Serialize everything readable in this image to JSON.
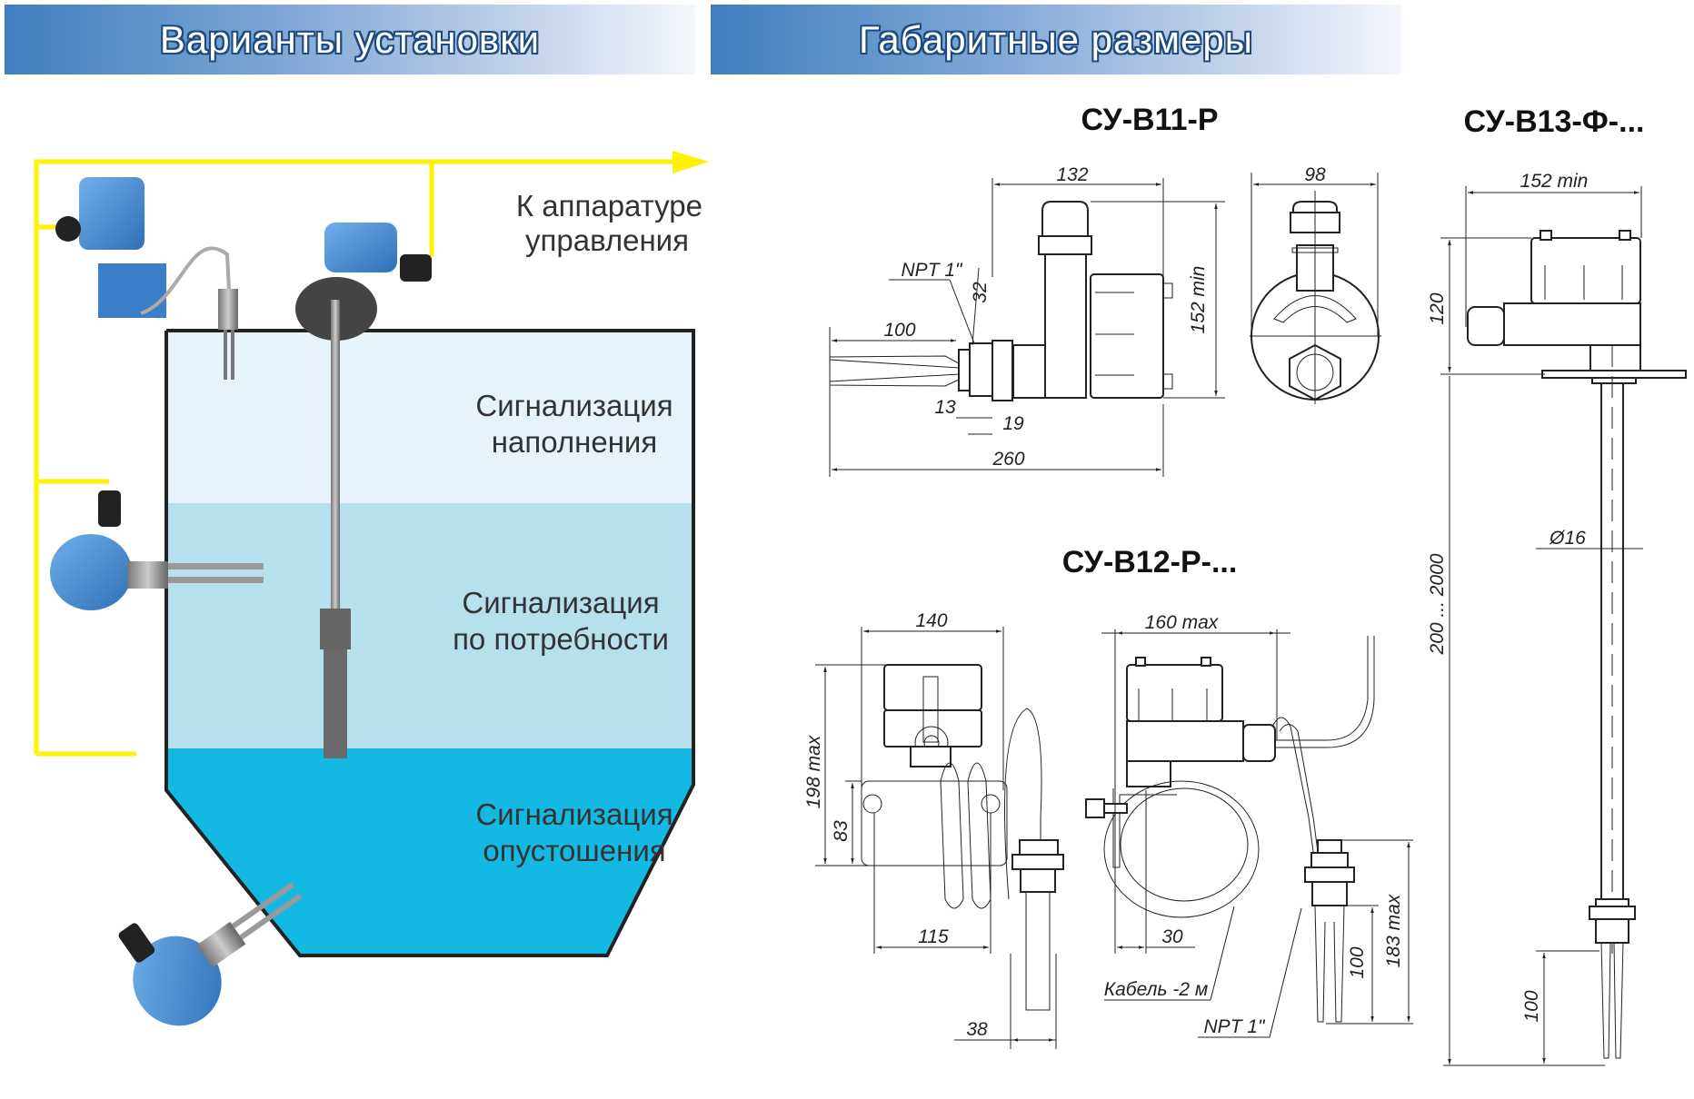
{
  "left_panel": {
    "banner_title": "Варианты установки",
    "output_label_line1": "К аппаратуре",
    "output_label_line2": "управления",
    "zones": [
      {
        "line1": "Сигнализация",
        "line2": "наполнения",
        "color": "#e6f3fa"
      },
      {
        "line1": "Сигнализация",
        "line2": "по потребности",
        "color": "#b5e0ec"
      },
      {
        "line1": "Сигнализация",
        "line2": "опустошения",
        "color": "#14b9e3"
      }
    ],
    "wire_color": "#fff200",
    "device_color": "#3f8fd6"
  },
  "right_panel": {
    "banner_title": "Габаритные размеры",
    "models": {
      "b11": {
        "name": "СУ-В11-Р",
        "dims": {
          "width_top": "132",
          "side_width": "98",
          "height": "152 min",
          "thread": "NPT 1\"",
          "fork": "100",
          "d32": "32",
          "d13": "13",
          "d19": "19",
          "total": "260"
        }
      },
      "b12": {
        "name": "СУ-В12-Р-...",
        "dims": {
          "w140": "140",
          "w160": "160 max",
          "h198": "198 max",
          "h83": "83",
          "w115": "115",
          "w38": "38",
          "w30": "30",
          "cable": "Кабель -2 м",
          "thread": "NPT 1\"",
          "fork": "100",
          "h183": "183 max"
        }
      },
      "b13": {
        "name": "СУ-В13-Ф-...",
        "dims": {
          "w152": "152 min",
          "h120": "120",
          "diam": "Ø16",
          "length": "200 ... 2000",
          "fork": "100"
        }
      }
    }
  }
}
